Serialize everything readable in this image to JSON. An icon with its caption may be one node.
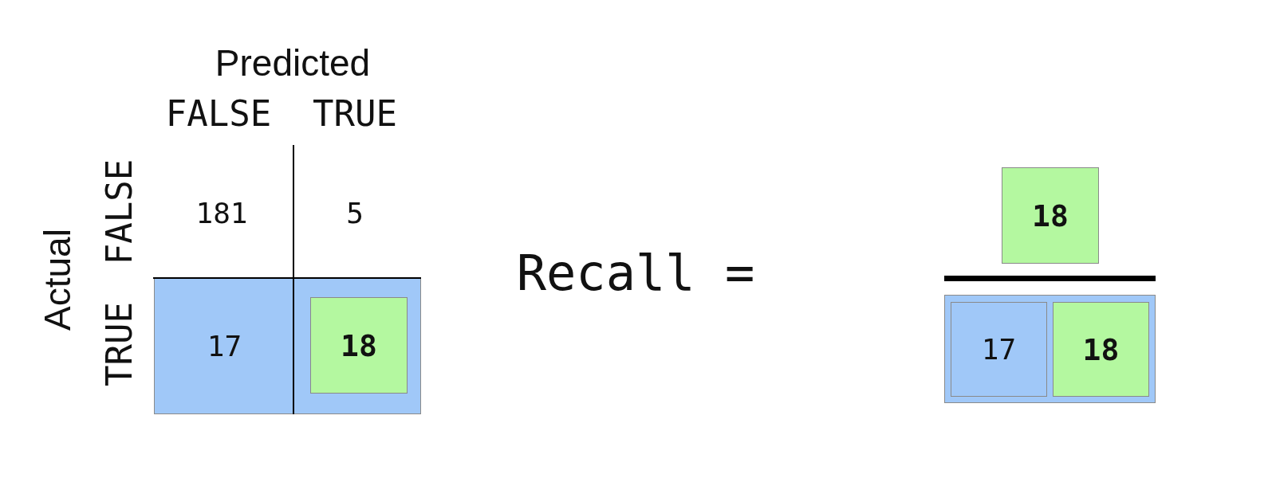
{
  "diagram": {
    "nodes": [
      {
        "text": [
          "17"
        ]
      },
      {
        "text": [
          "18"
        ],
        "in": 0
      },
      {
        "text": [
          "18"
        ]
      },
      {
        "text": [],
        "shape": "box"
      },
      {
        "text": [
          "17"
        ],
        "in": 3
      },
      {
        "text": [
          "18"
        ],
        "in": 3
      }
    ],
    "edges": [],
    "labels": [
      "Predicted",
      "FALSE",
      "TRUE",
      "Actual",
      "FALSE",
      "TRUE",
      "181",
      "5",
      "Recall ="
    ]
  }
}
